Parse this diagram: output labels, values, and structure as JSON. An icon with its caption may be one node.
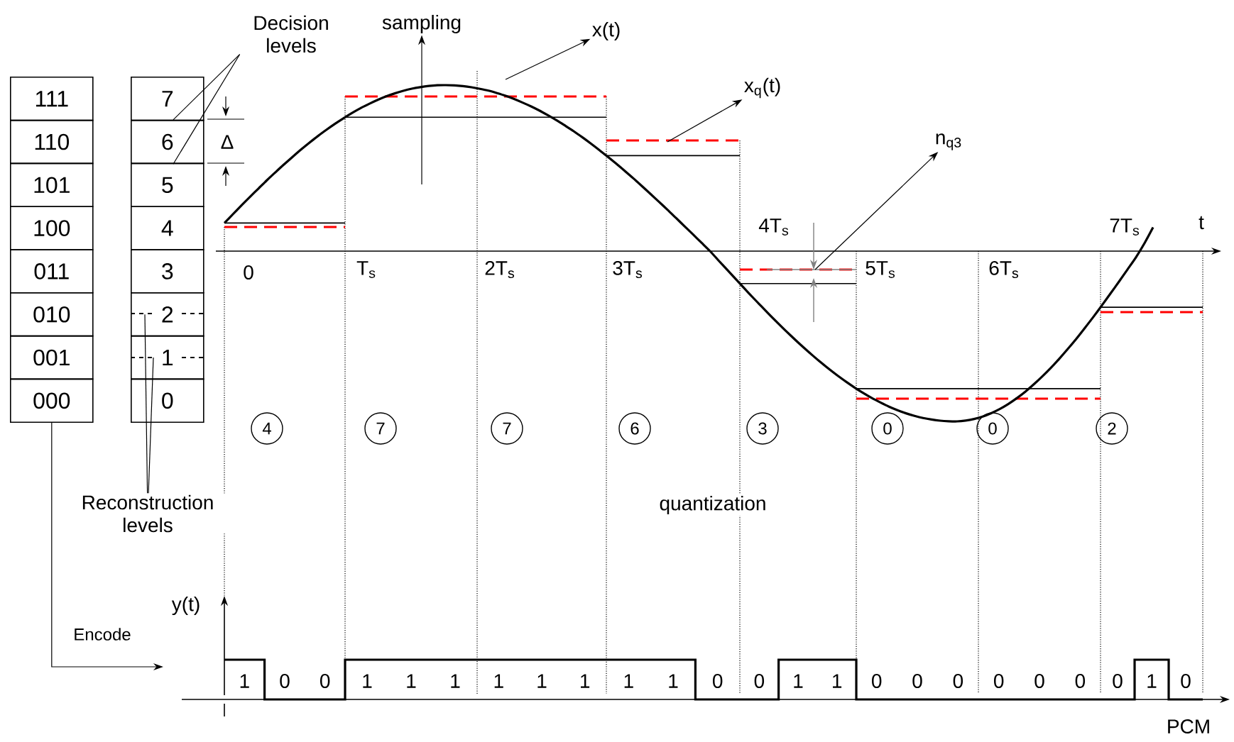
{
  "diagram": {
    "nodes": [
      {
        "text": [
          "111"
        ]
      },
      {
        "text": [
          "110"
        ]
      },
      {
        "text": [
          "101"
        ]
      },
      {
        "text": [
          "100"
        ]
      },
      {
        "text": [
          "011"
        ]
      },
      {
        "text": [
          "010"
        ]
      },
      {
        "text": [
          "001"
        ]
      },
      {
        "text": [
          "000"
        ]
      },
      {
        "text": [
          "7"
        ]
      },
      {
        "text": [
          "6"
        ]
      },
      {
        "text": [
          "5"
        ]
      },
      {
        "text": [
          "4"
        ]
      },
      {
        "text": [
          "3"
        ]
      },
      {
        "text": [
          "2"
        ]
      },
      {
        "text": [
          "1"
        ]
      },
      {
        "text": [
          "0"
        ]
      },
      {
        "text": [
          "Decision levels"
        ]
      },
      {
        "text": [
          "Reconstruction levels"
        ]
      },
      {
        "text": [
          "sampling"
        ]
      },
      {
        "text": [
          "x(t)"
        ]
      },
      {
        "text": [
          "x$_{q}$(t)"
        ]
      },
      {
        "text": [
          "n$_{q3}$"
        ]
      },
      {
        "text": [
          "4"
        ]
      },
      {
        "text": [
          "7"
        ]
      },
      {
        "text": [
          "7"
        ]
      },
      {
        "text": [
          "6"
        ]
      },
      {
        "text": [
          "3"
        ]
      },
      {
        "text": [
          "0"
        ]
      },
      {
        "text": [
          "0"
        ]
      },
      {
        "text": [
          "2"
        ]
      }
    ],
    "edges": [
      {
        "from": 16,
        "to": 9,
        "arrow": "none"
      },
      {
        "from": 16,
        "to": 9,
        "arrow": "none"
      },
      {
        "from": 17,
        "to": 13,
        "arrow": "none"
      },
      {
        "from": 17,
        "to": 14,
        "arrow": "none"
      },
      {
        "from": null,
        "to": 18,
        "arrow": "to"
      },
      {
        "from": null,
        "to": 19,
        "arrow": "to"
      },
      {
        "from": null,
        "to": 20,
        "arrow": "to"
      },
      {
        "from": null,
        "to": 21,
        "arrow": "to"
      },
      {
        "from": 7,
        "to": null,
        "arrow": "to",
        "label": "Encode"
      }
    ],
    "labels": [
      "Δ",
      "t",
      "0",
      "T$_{s}$",
      "2T$_{s}$",
      "3T$_{s}$",
      "4T$_{s}$",
      "5T$_{s}$",
      "6T$_{s}$",
      "7T$_{s}$",
      "quantization",
      "y(t)",
      "1",
      "0",
      "0",
      "1",
      "1",
      "1",
      "1",
      "1",
      "1",
      "1",
      "1",
      "0",
      "0",
      "1",
      "1",
      "0",
      "0",
      "0",
      "0",
      "0",
      "0",
      "0",
      "1",
      "0",
      "PCM"
    ]
  }
}
